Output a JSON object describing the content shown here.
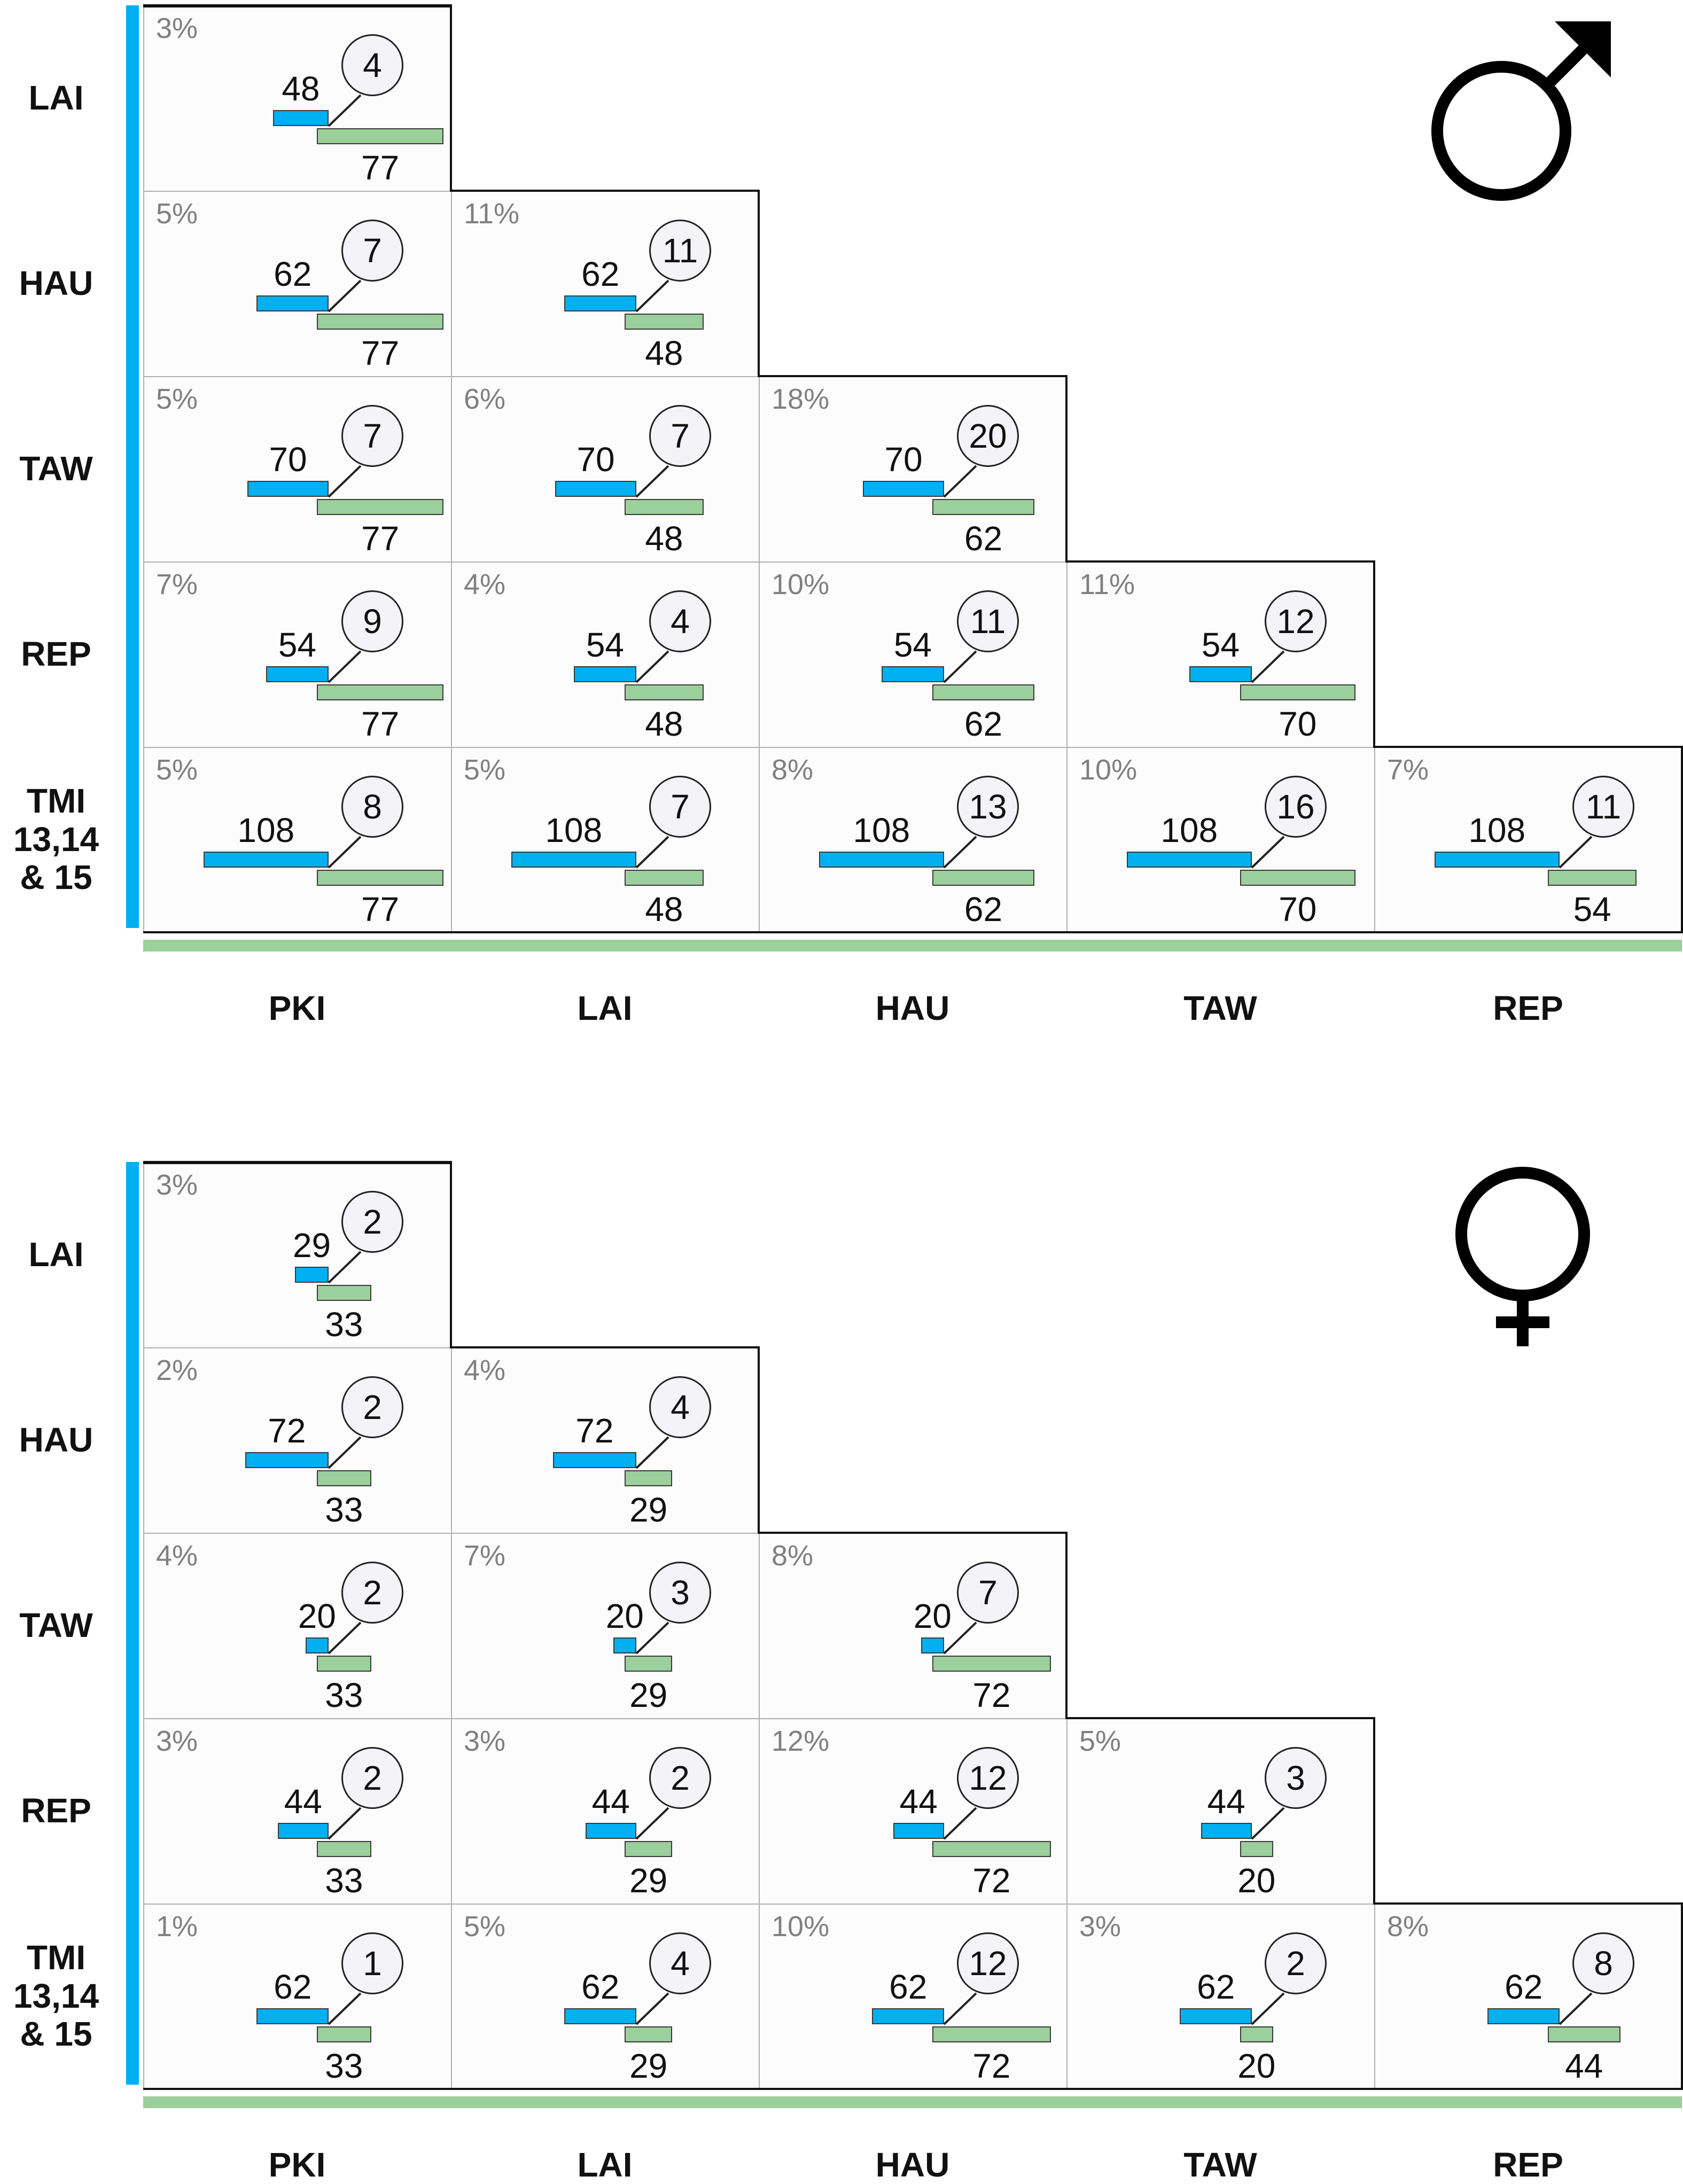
{
  "chart_data": [
    {
      "type": "table",
      "symbol": "male-symbol",
      "row_labels": [
        "LAI",
        "HAU",
        "TAW",
        "REP",
        "TMI\n13,14\n& 15"
      ],
      "col_labels": [
        "PKI",
        "LAI",
        "HAU",
        "TAW",
        "REP"
      ],
      "colors": {
        "row_bar": "#00b0f0",
        "col_bar": "#9bcf9b"
      },
      "cells": [
        [
          {
            "pct": "3%",
            "a": 48,
            "b": 77,
            "c": 4
          }
        ],
        [
          {
            "pct": "5%",
            "a": 62,
            "b": 77,
            "c": 7
          },
          {
            "pct": "11%",
            "a": 62,
            "b": 48,
            "c": 11
          }
        ],
        [
          {
            "pct": "5%",
            "a": 70,
            "b": 77,
            "c": 7
          },
          {
            "pct": "6%",
            "a": 70,
            "b": 48,
            "c": 7
          },
          {
            "pct": "18%",
            "a": 70,
            "b": 62,
            "c": 20
          }
        ],
        [
          {
            "pct": "7%",
            "a": 54,
            "b": 77,
            "c": 9
          },
          {
            "pct": "4%",
            "a": 54,
            "b": 48,
            "c": 4
          },
          {
            "pct": "10%",
            "a": 54,
            "b": 62,
            "c": 11
          },
          {
            "pct": "11%",
            "a": 54,
            "b": 70,
            "c": 12
          }
        ],
        [
          {
            "pct": "5%",
            "a": 108,
            "b": 77,
            "c": 8
          },
          {
            "pct": "5%",
            "a": 108,
            "b": 48,
            "c": 7
          },
          {
            "pct": "8%",
            "a": 108,
            "b": 62,
            "c": 13
          },
          {
            "pct": "10%",
            "a": 108,
            "b": 70,
            "c": 16
          },
          {
            "pct": "7%",
            "a": 108,
            "b": 54,
            "c": 11
          }
        ]
      ]
    },
    {
      "type": "table",
      "symbol": "female-symbol",
      "row_labels": [
        "LAI",
        "HAU",
        "TAW",
        "REP",
        "TMI\n13,14\n& 15"
      ],
      "col_labels": [
        "PKI",
        "LAI",
        "HAU",
        "TAW",
        "REP"
      ],
      "colors": {
        "row_bar": "#00b0f0",
        "col_bar": "#9bcf9b"
      },
      "cells": [
        [
          {
            "pct": "3%",
            "a": 29,
            "b": 33,
            "c": 2
          }
        ],
        [
          {
            "pct": "2%",
            "a": 72,
            "b": 33,
            "c": 2
          },
          {
            "pct": "4%",
            "a": 72,
            "b": 29,
            "c": 4
          }
        ],
        [
          {
            "pct": "4%",
            "a": 20,
            "b": 33,
            "c": 2
          },
          {
            "pct": "7%",
            "a": 20,
            "b": 29,
            "c": 3
          },
          {
            "pct": "8%",
            "a": 20,
            "b": 72,
            "c": 7
          }
        ],
        [
          {
            "pct": "3%",
            "a": 44,
            "b": 33,
            "c": 2
          },
          {
            "pct": "3%",
            "a": 44,
            "b": 29,
            "c": 2
          },
          {
            "pct": "12%",
            "a": 44,
            "b": 72,
            "c": 12
          },
          {
            "pct": "5%",
            "a": 44,
            "b": 20,
            "c": 3
          }
        ],
        [
          {
            "pct": "1%",
            "a": 62,
            "b": 33,
            "c": 1
          },
          {
            "pct": "5%",
            "a": 62,
            "b": 29,
            "c": 4
          },
          {
            "pct": "10%",
            "a": 62,
            "b": 72,
            "c": 12
          },
          {
            "pct": "3%",
            "a": 62,
            "b": 20,
            "c": 2
          },
          {
            "pct": "8%",
            "a": 62,
            "b": 44,
            "c": 8
          }
        ]
      ]
    }
  ]
}
